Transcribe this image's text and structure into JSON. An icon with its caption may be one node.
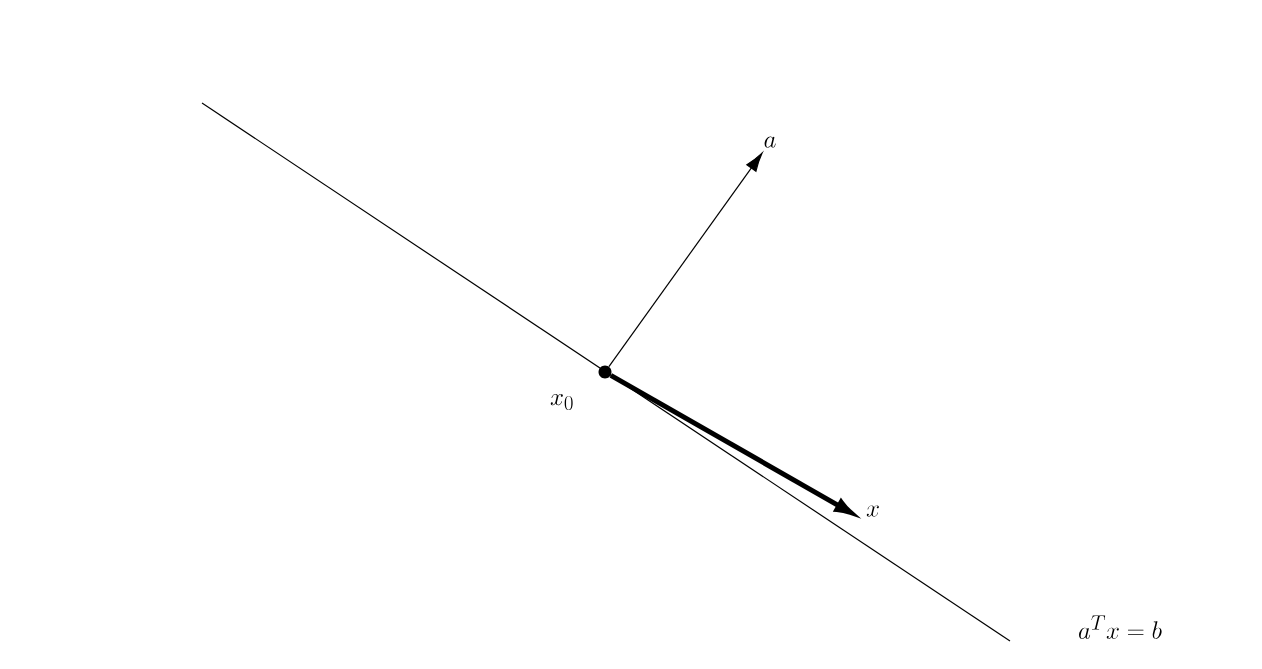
{
  "diagram": {
    "nodes": [
      {
        "text": [],
        "shape": "circle",
        "beside": [
          "x_0"
        ]
      },
      {
        "text": [
          "a"
        ]
      },
      {
        "text": [
          "x"
        ]
      }
    ],
    "edges": [
      {
        "from": 0,
        "to": 1,
        "arrow": "to"
      },
      {
        "from": 0,
        "to": 2,
        "arrow": "to",
        "style": "thick"
      }
    ],
    "labels": [
      "a^T x = b"
    ]
  }
}
